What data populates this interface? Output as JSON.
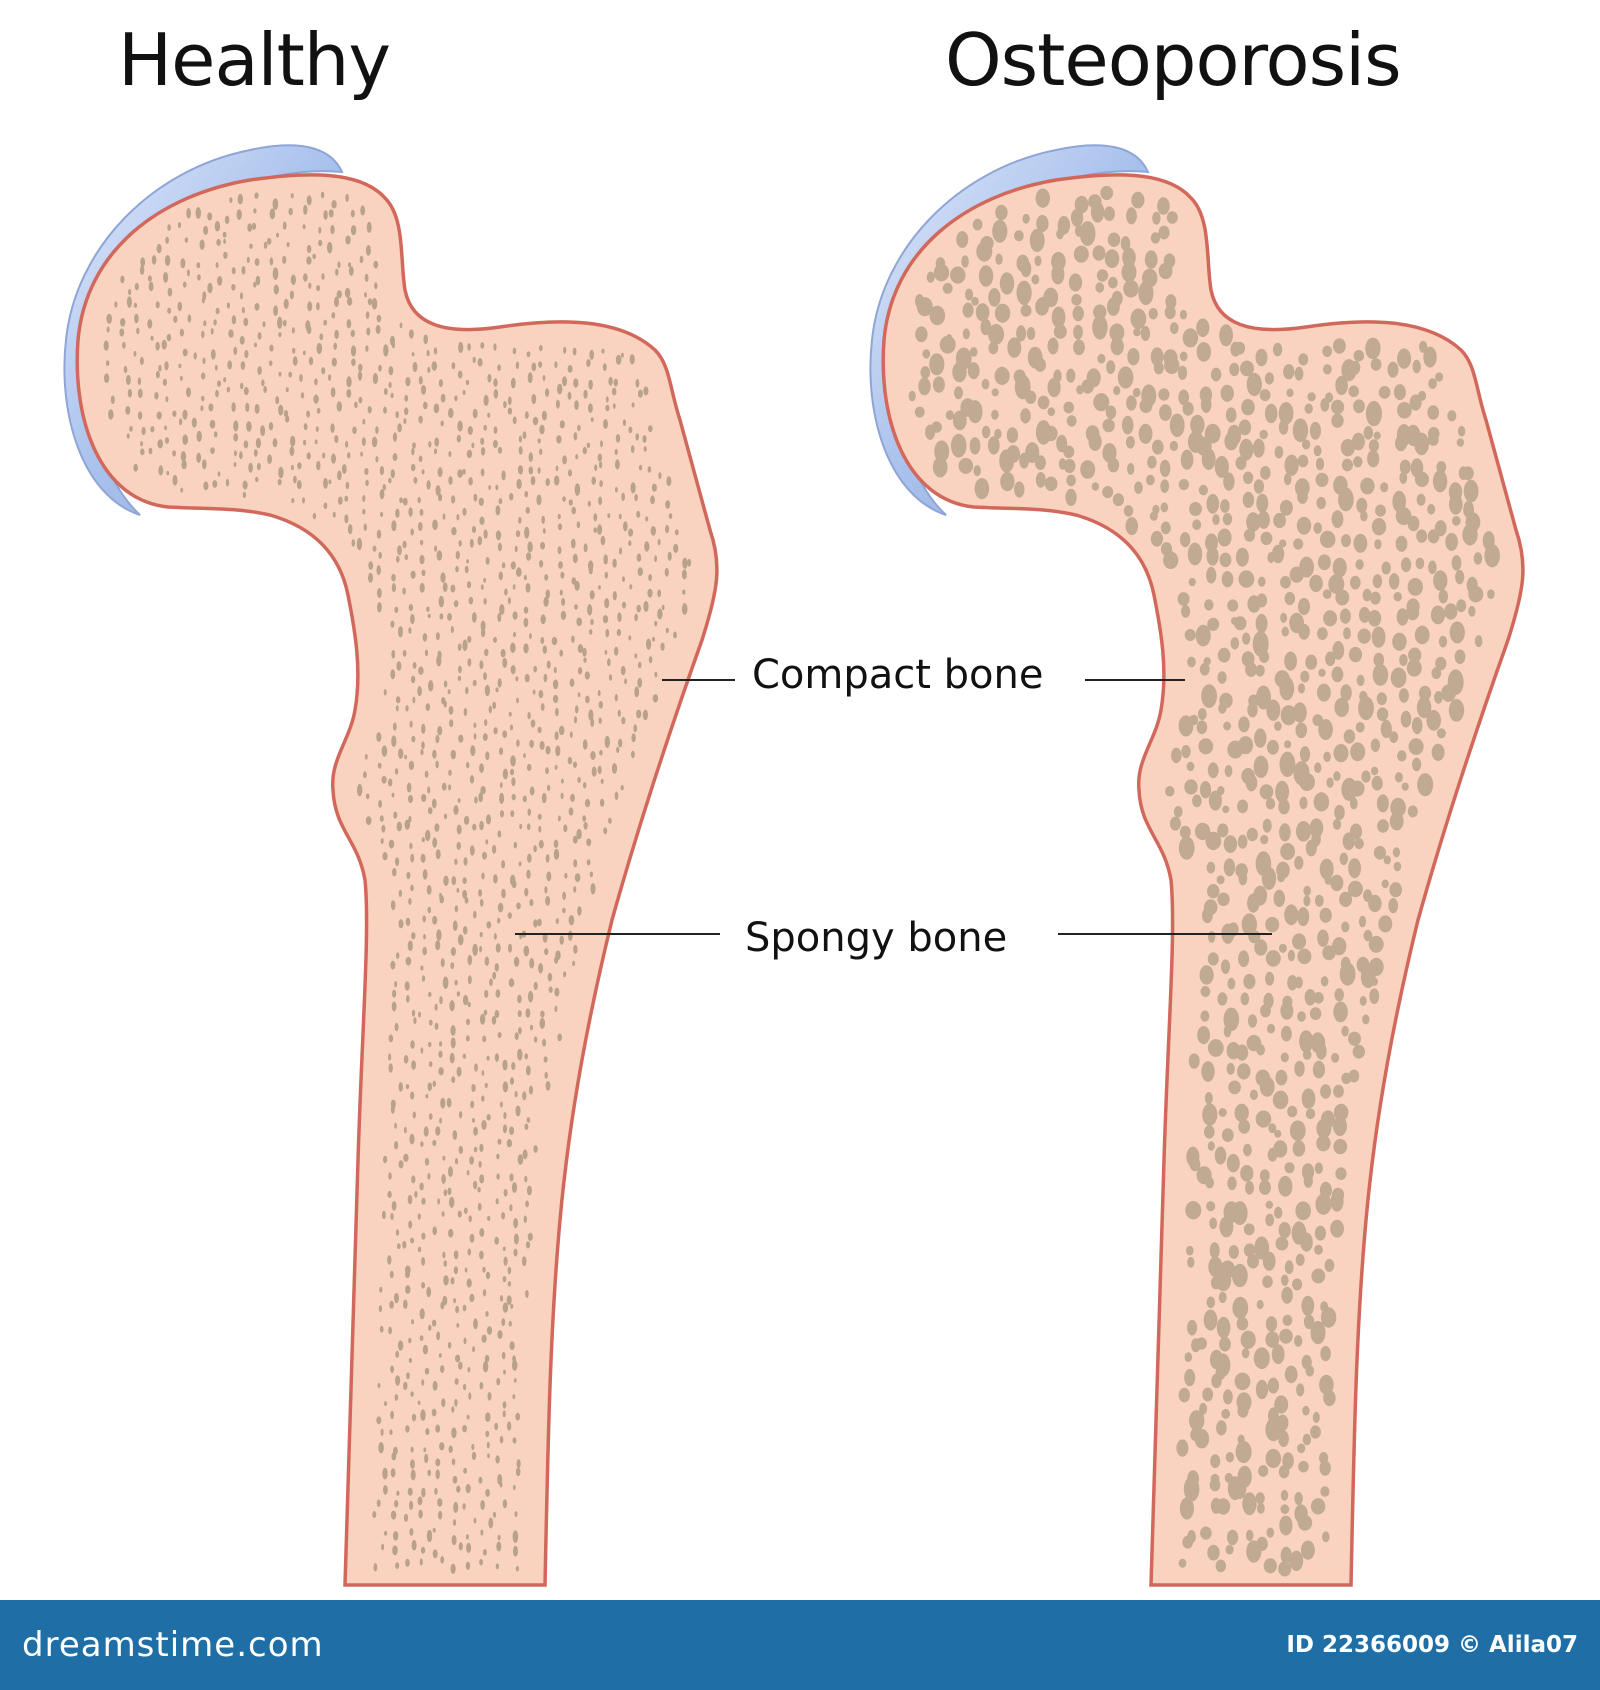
{
  "panels": [
    {
      "title": "Healthy"
    },
    {
      "title": "Osteoporosis"
    }
  ],
  "labels": {
    "compact": "Compact bone",
    "spongy": "Spongy bone"
  },
  "footer": {
    "brand": "dreamstime.com",
    "id_text": "ID 22366009 © Alila07"
  },
  "colors": {
    "bone_fill": "#f9d3bf",
    "bone_outline": "#d2685c",
    "cartilage": "#9fb8e8",
    "healthy_pores": "#b8a28c",
    "osteo_pores": "#c0aa94",
    "footer_bg": "#1f6fa6"
  }
}
